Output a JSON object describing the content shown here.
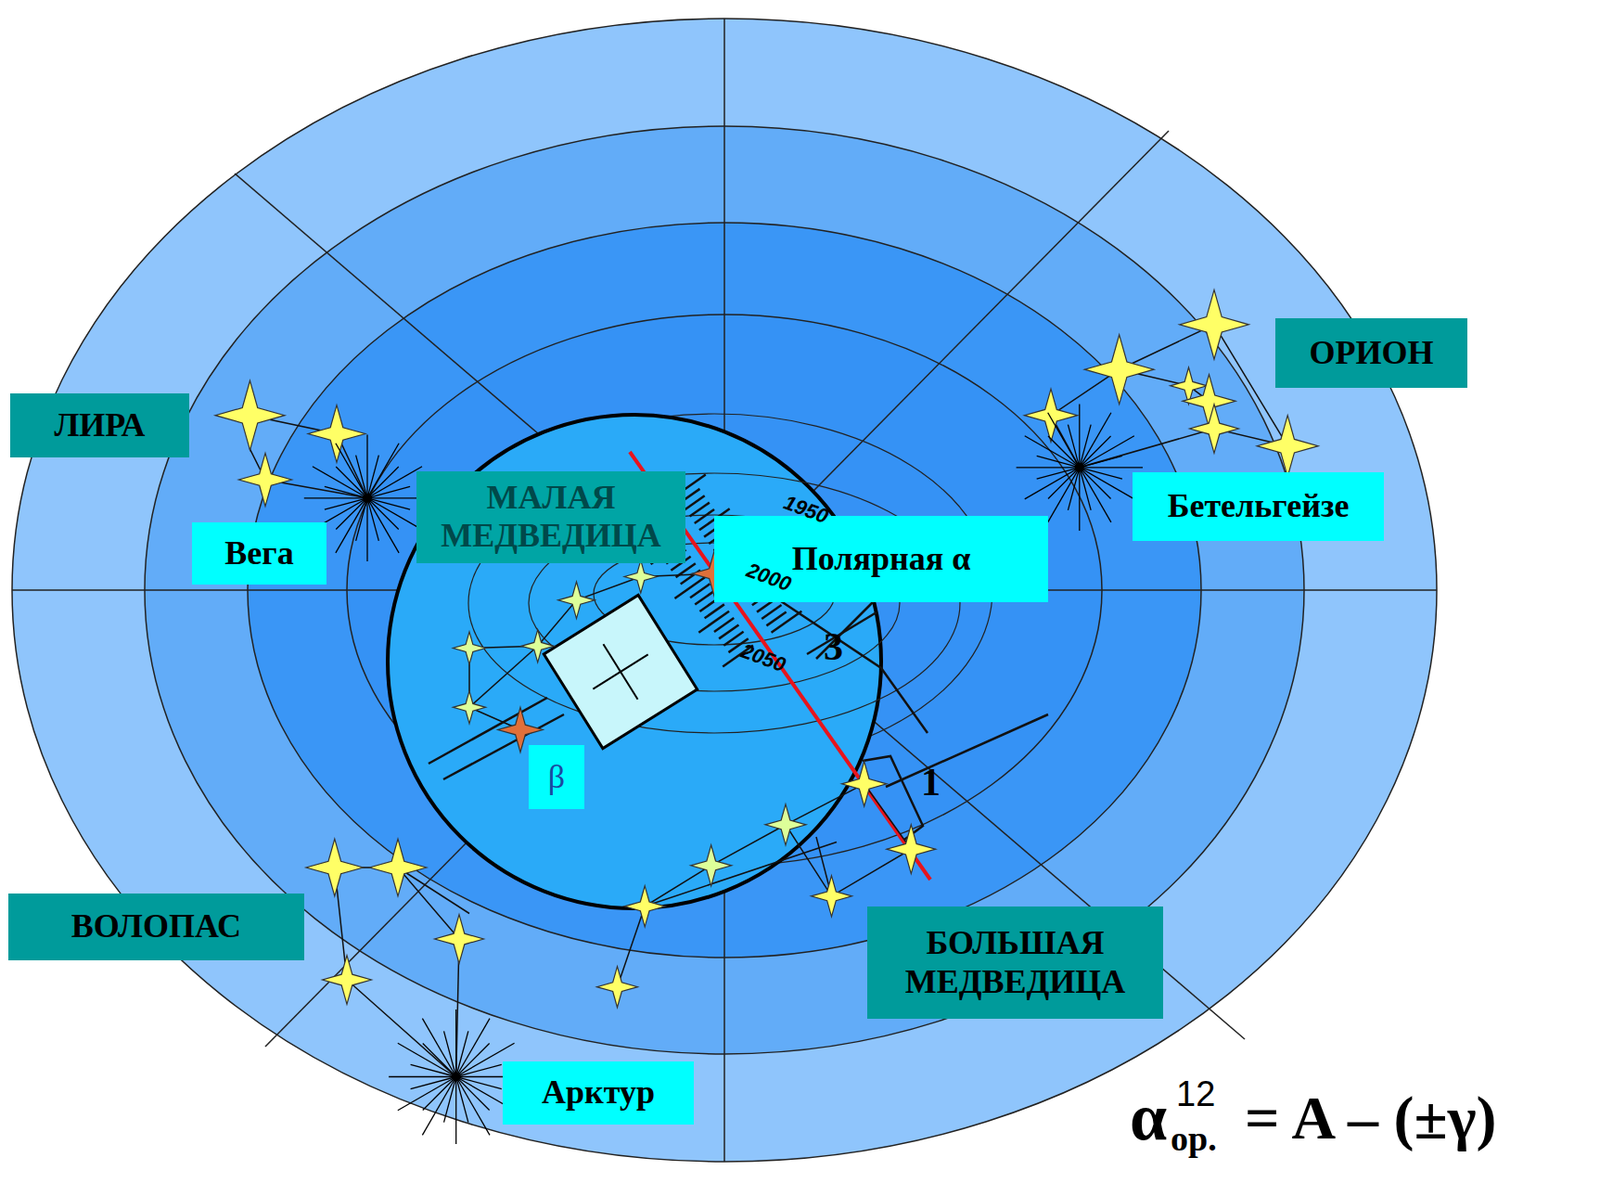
{
  "diagram": {
    "nodes": [
      {
        "text": [
          "ЛИРА"
        ]
      },
      {
        "text": [
          "ОРИОН"
        ]
      },
      {
        "text": [
          "Вега"
        ]
      },
      {
        "text": [
          "МАЛАЯ МЕДВЕДИЦА"
        ]
      },
      {
        "text": [
          "Полярная α"
        ]
      },
      {
        "text": [
          "Бетельгейзе"
        ]
      },
      {
        "text": [
          "β"
        ]
      },
      {
        "text": [
          "ВОЛОПАС"
        ]
      },
      {
        "text": [
          "БОЛЬШАЯ МЕДВЕДИЦА"
        ]
      },
      {
        "text": [
          "Арктур"
        ]
      }
    ],
    "labels": [
      "1950",
      "2000",
      "2050",
      "3",
      "1",
      "α",
      "12",
      "ор.",
      "= A – (±γ)"
    ]
  }
}
